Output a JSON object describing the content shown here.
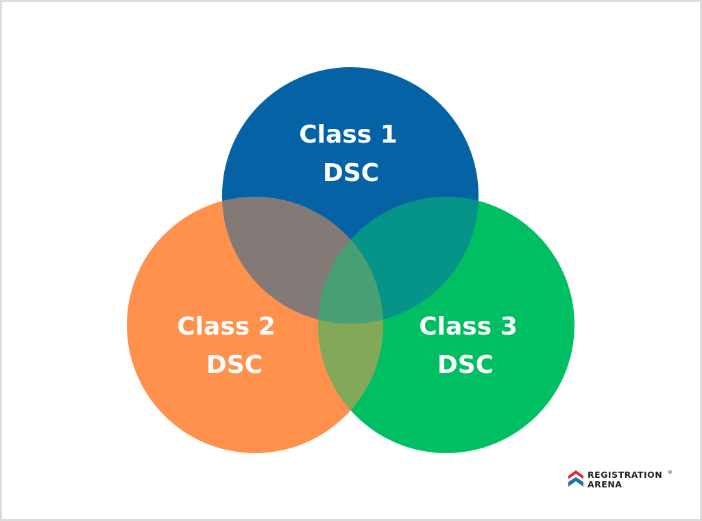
{
  "circles": [
    {
      "id": "class1",
      "line1": "Class 1",
      "line2": "DSC",
      "color": "#0563A5"
    },
    {
      "id": "class2",
      "line1": "Class 2",
      "line2": "DSC",
      "color": "#FF914D"
    },
    {
      "id": "class3",
      "line1": "Class 3",
      "line2": "DSC",
      "color": "#00BF63"
    }
  ],
  "overlaps": {
    "class1_class2": "#837A77",
    "class1_class3": "#05938A",
    "class2_class3": "#84A85A",
    "all": "#46A073"
  },
  "logo": {
    "line1": "REGISTRATION",
    "line2": "ARENA",
    "mark": "®",
    "red": "#E0262B",
    "blue": "#1F6FB5"
  }
}
